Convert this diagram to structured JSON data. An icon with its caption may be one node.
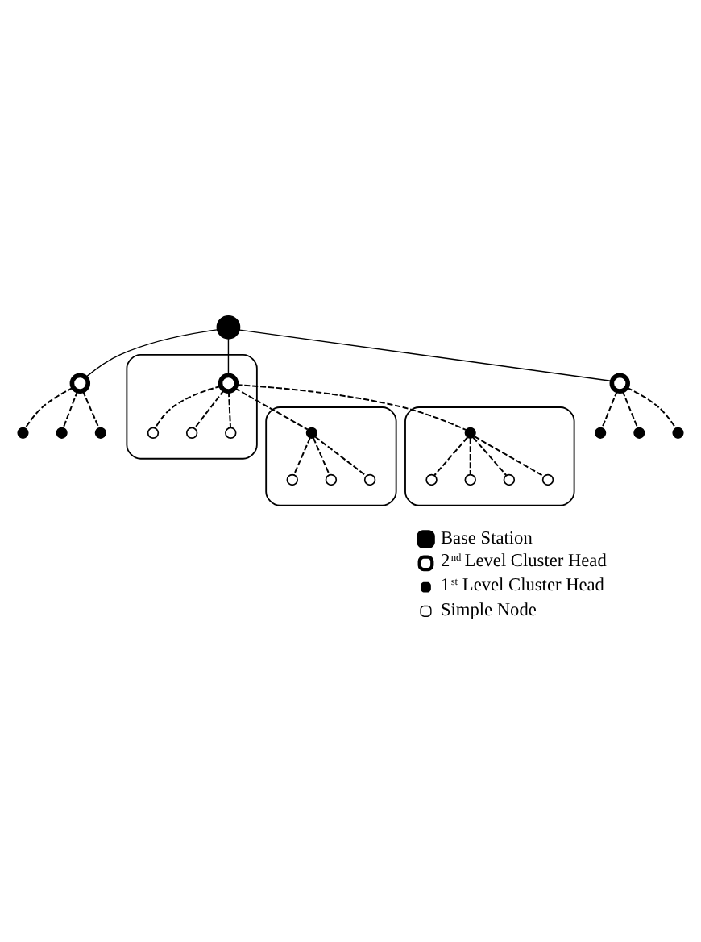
{
  "diagram": {
    "nodes": [
      {
        "text": [],
        "shape": "circle"
      },
      {
        "text": [],
        "shape": "circle"
      },
      {
        "text": [],
        "shape": "circle"
      },
      {
        "text": [],
        "shape": "circle"
      },
      {
        "text": [],
        "shape": "circle"
      },
      {
        "text": [],
        "shape": "circle"
      },
      {
        "text": [],
        "shape": "circle"
      },
      {
        "text": [],
        "shape": "circle"
      },
      {
        "text": [],
        "shape": "circle"
      },
      {
        "text": [],
        "shape": "ellipse"
      },
      {
        "text": [],
        "shape": "circle",
        "in": 9
      },
      {
        "text": [],
        "shape": "circle",
        "in": 9
      },
      {
        "text": [],
        "shape": "circle",
        "in": 9
      },
      {
        "text": [],
        "shape": "circle",
        "in": 9
      },
      {
        "text": [],
        "shape": "ellipse"
      },
      {
        "text": [],
        "shape": "circle",
        "in": 14
      },
      {
        "text": [],
        "shape": "circle",
        "in": 14
      },
      {
        "text": [],
        "shape": "circle",
        "in": 14
      },
      {
        "text": [],
        "shape": "circle",
        "in": 14
      },
      {
        "text": [],
        "shape": "ellipse"
      },
      {
        "text": [],
        "shape": "circle",
        "in": 19
      },
      {
        "text": [],
        "shape": "circle",
        "in": 19
      },
      {
        "text": [],
        "shape": "circle",
        "in": 19
      },
      {
        "text": [],
        "shape": "circle",
        "in": 19
      },
      {
        "text": [],
        "shape": "circle",
        "in": 19
      }
    ],
    "edges": [
      {
        "from": 0,
        "to": 1,
        "arrow": "none"
      },
      {
        "from": 0,
        "to": 5,
        "arrow": "none"
      },
      {
        "from": 0,
        "to": 13,
        "arrow": "none"
      },
      {
        "from": 1,
        "to": 2,
        "arrow": "none",
        "style": "dashed"
      },
      {
        "from": 1,
        "to": 3,
        "arrow": "none",
        "style": "dashed"
      },
      {
        "from": 1,
        "to": 4,
        "arrow": "none",
        "style": "dashed"
      },
      {
        "from": 5,
        "to": 6,
        "arrow": "none",
        "style": "dashed"
      },
      {
        "from": 5,
        "to": 7,
        "arrow": "none",
        "style": "dashed"
      },
      {
        "from": 5,
        "to": 8,
        "arrow": "none",
        "style": "dashed"
      },
      {
        "from": 13,
        "to": 10,
        "arrow": "none",
        "style": "dashed"
      },
      {
        "from": 13,
        "to": 11,
        "arrow": "none",
        "style": "dashed"
      },
      {
        "from": 13,
        "to": 12,
        "arrow": "none",
        "style": "dashed"
      },
      {
        "from": 13,
        "to": 15,
        "arrow": "none",
        "style": "dashed"
      },
      {
        "from": 13,
        "to": 20,
        "arrow": "none",
        "style": "dashed"
      },
      {
        "from": 15,
        "to": 16,
        "arrow": "none",
        "style": "dashed"
      },
      {
        "from": 15,
        "to": 17,
        "arrow": "none",
        "style": "dashed"
      },
      {
        "from": 15,
        "to": 18,
        "arrow": "none",
        "style": "dashed"
      },
      {
        "from": 20,
        "to": 21,
        "arrow": "none",
        "style": "dashed"
      },
      {
        "from": 20,
        "to": 22,
        "arrow": "none",
        "style": "dashed"
      },
      {
        "from": 20,
        "to": 23,
        "arrow": "none",
        "style": "dashed"
      },
      {
        "from": 20,
        "to": 24,
        "arrow": "none",
        "style": "dashed"
      }
    ],
    "legend": [
      {
        "text": "Base Station"
      },
      {
        "text": "2$^{nd}$ Level Cluster Head"
      },
      {
        "text": "1$^{st}$ Level Cluster Head"
      },
      {
        "text": "Simple Node"
      }
    ]
  }
}
